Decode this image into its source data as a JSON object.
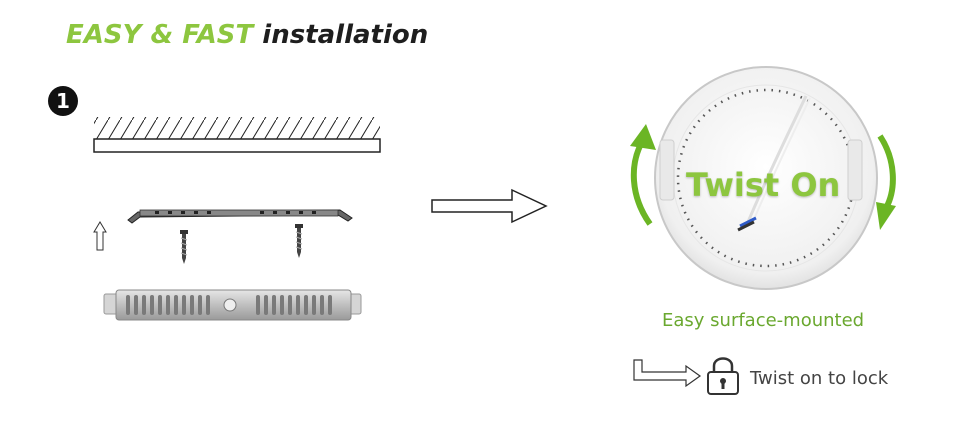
{
  "title": {
    "highlight": "EASY & FAST",
    "rest": "installation"
  },
  "step": {
    "number": "1"
  },
  "product": {
    "overlay_label": "Twist On",
    "caption": "Easy surface-mounted"
  },
  "lock": {
    "text": "Twist on to lock"
  },
  "colors": {
    "accent_green": "#8dc63f",
    "caption_green": "#6aa82f",
    "text_dark": "#1e1e1e",
    "text_gray": "#444444"
  }
}
